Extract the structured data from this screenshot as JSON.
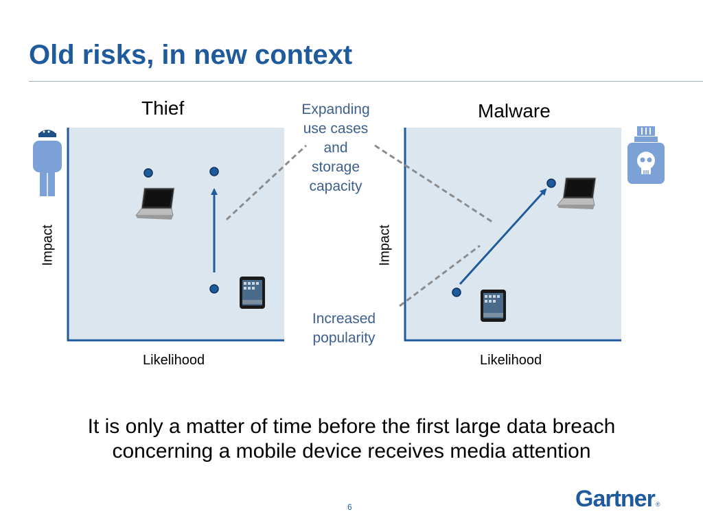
{
  "slide": {
    "title": "Old risks, in new context",
    "conclusion_lines": [
      "It is only a matter of time before the first large data breach",
      "concerning a mobile device receives media attention"
    ],
    "page_number": "6",
    "logo_text": "Gartner",
    "logo_mark": "®"
  },
  "left_panel": {
    "title": "Thief",
    "x_label": "Likelihood",
    "y_label": "Impact",
    "icon": "person-icon"
  },
  "right_panel": {
    "title": "Malware",
    "x_label": "Likelihood",
    "y_label": "Impact",
    "icon": "poison-bottle-skull-icon"
  },
  "callouts": {
    "top": [
      "Expanding",
      "use cases",
      "and",
      "storage",
      "capacity"
    ],
    "bottom": [
      "Increased",
      "popularity"
    ]
  },
  "colors": {
    "title": "#1f5a9c",
    "axis": "#1f5a9c",
    "plot_background": "#dce6ef",
    "callout_text": "#3d5f8e",
    "dashed_connector": "#8c8c8c",
    "icon_fill": "#7ba1d6"
  }
}
